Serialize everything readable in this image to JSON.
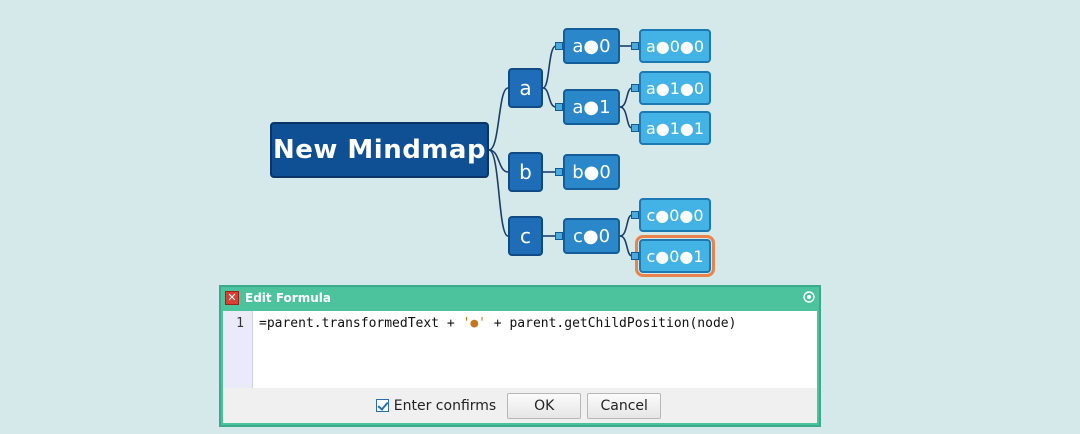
{
  "mindmap": {
    "root": "New Mindmap",
    "level1": {
      "a": "a",
      "b": "b",
      "c": "c"
    },
    "level2": {
      "a0": "a●0",
      "a1": "a●1",
      "b0": "b●0",
      "c0": "c●0"
    },
    "level3": {
      "a00": "a●0●0",
      "a10": "a●1●0",
      "a11": "a●1●1",
      "c00": "c●0●0",
      "c01": "c●0●1"
    },
    "selected_node": "c●0●1",
    "colors": {
      "root": "#0f4f93",
      "level1": "#1e6db6",
      "level2": "#2a87c9",
      "level3": "#42b3e4",
      "selection": "#e8844a",
      "edge": "#1a3e6a"
    }
  },
  "dialog": {
    "title": "Edit Formula",
    "line_number": "1",
    "code": {
      "part1": "=parent.transformedText + ",
      "string_literal": "'●'",
      "part2": " + parent.getChildPosition(node)"
    },
    "checkbox_label": "Enter confirms",
    "checkbox_checked": true,
    "ok_label": "OK",
    "cancel_label": "Cancel",
    "icons": [
      "close-icon",
      "resize-icon"
    ],
    "colors": {
      "titlebar": "#4cc39d",
      "string": "#c7761e"
    }
  }
}
